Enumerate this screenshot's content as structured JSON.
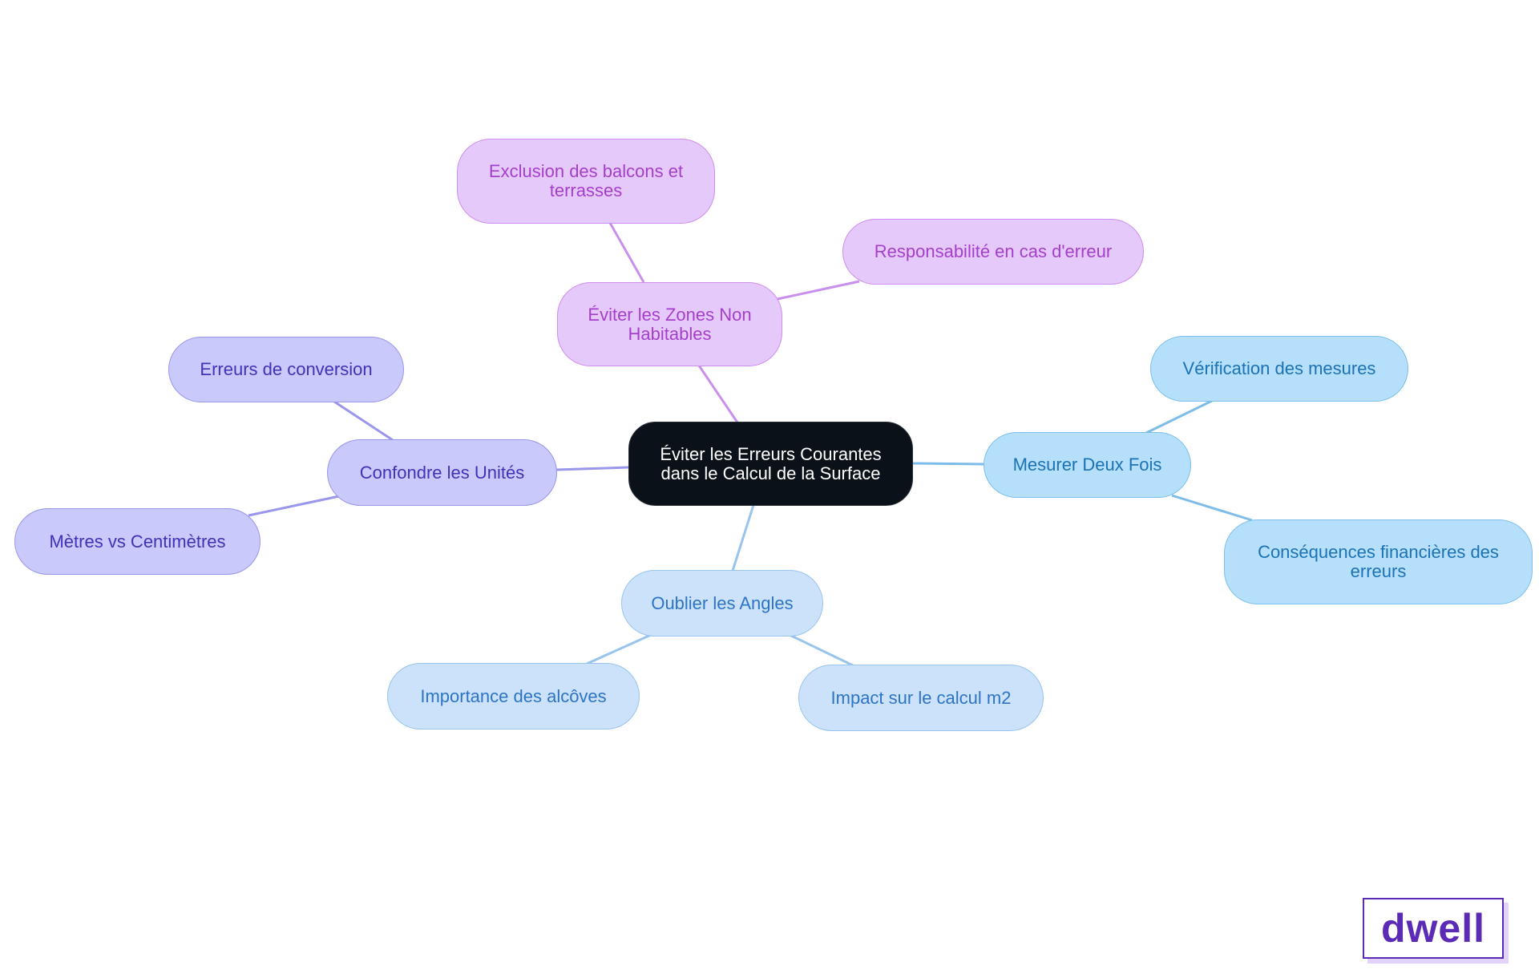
{
  "mindmap": {
    "root": {
      "label": "Éviter les Erreurs Courantes dans le Calcul de la Surface"
    },
    "branches": [
      {
        "label": "Éviter les Zones Non Habitables",
        "color": "#e6c9fb",
        "children": [
          {
            "label": "Exclusion des balcons et terrasses"
          },
          {
            "label": "Responsabilité en cas d'erreur"
          }
        ]
      },
      {
        "label": "Mesurer Deux Fois",
        "color": "#b5dffb",
        "children": [
          {
            "label": "Vérification des mesures"
          },
          {
            "label": "Conséquences financières des erreurs"
          }
        ]
      },
      {
        "label": "Oublier les Angles",
        "color": "#cce2fa",
        "children": [
          {
            "label": "Importance des alcôves"
          },
          {
            "label": "Impact sur le calcul m2"
          }
        ]
      },
      {
        "label": "Confondre les Unités",
        "color": "#c9c9fb",
        "children": [
          {
            "label": "Erreurs de conversion"
          },
          {
            "label": "Mètres vs Centimètres"
          }
        ]
      }
    ]
  },
  "logo": {
    "text": "dwell",
    "color": "#5b2bb6"
  }
}
